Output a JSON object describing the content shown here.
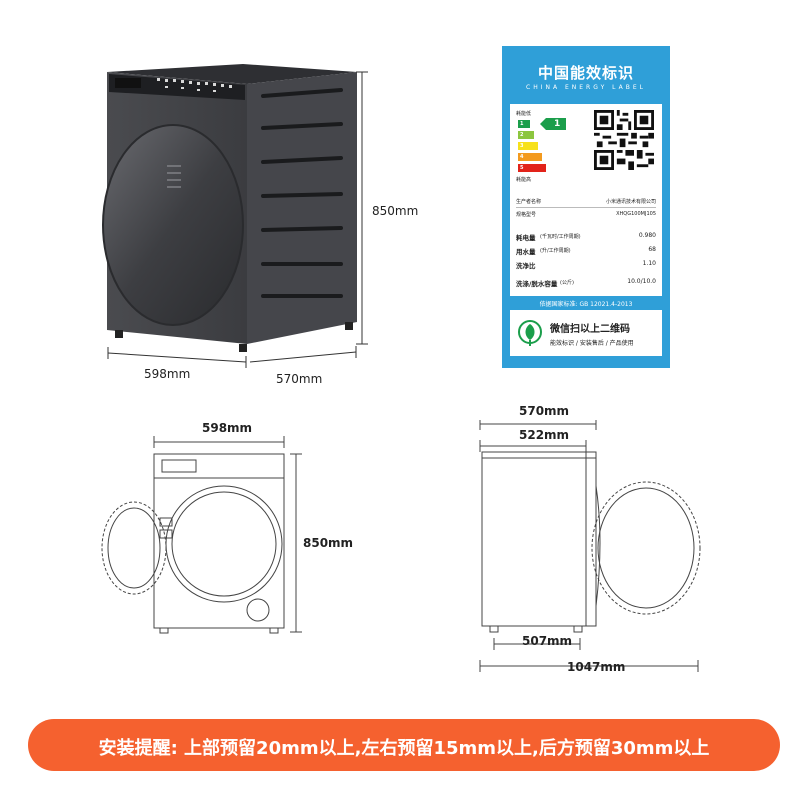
{
  "product_photo": {
    "height_label": "850mm",
    "width_label": "598mm",
    "depth_label": "570mm"
  },
  "energy_label": {
    "title": "中国能效标识",
    "subtitle": "CHINA ENERGY LABEL",
    "low_consumption": "耗能低",
    "high_consumption": "耗能高",
    "grade": "1",
    "grades": [
      "1",
      "2",
      "3",
      "4",
      "5"
    ],
    "manufacturer_label": "生产者名称",
    "manufacturer_value": "小米通讯技术有限公司",
    "model_label": "规格型号",
    "model_value": "XHQG100MJ105",
    "rows": [
      {
        "label": "耗电量",
        "unit": "(千瓦时/工作周期)",
        "value": "0.980"
      },
      {
        "label": "用水量",
        "unit": "(升/工作周期)",
        "value": "68"
      },
      {
        "label": "洗净比",
        "unit": "",
        "value": "1.10"
      },
      {
        "label": "洗涤/脱水容量",
        "unit": "(公斤)",
        "value": "10.0/10.0"
      }
    ],
    "standard": "依据国家标准: GB 12021.4-2013",
    "scan_title": "微信扫以上二维码",
    "scan_sub": "能效标识 / 安装售后 / 产品使用"
  },
  "front_diagram": {
    "width_label": "598mm",
    "height_label": "850mm"
  },
  "side_diagram": {
    "total_depth_label": "570mm",
    "body_depth_label": "522mm",
    "feet_depth_label": "507mm",
    "door_open_depth_label": "1047mm"
  },
  "notice": {
    "text": "安装提醒: 上部预留20mm以上,左右预留15mm以上,后方预留30mm以上"
  },
  "colors": {
    "label_blue": "#2f9fd8",
    "notice_orange": "#f5612f",
    "machine_dark": "#3a3b3f"
  }
}
